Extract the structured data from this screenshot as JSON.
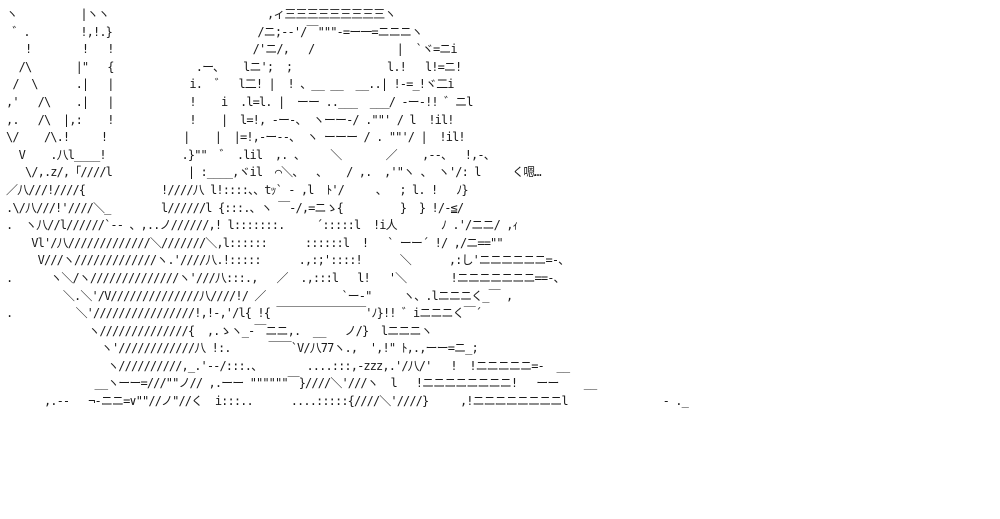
{
  "art": {
    "lines": [
      "ヽ          |ヽヽ                         ,ィ三三三三三三三三三ヽ",
      " ゛.        !,!.}                       /ニ;--'/￣\"\"\"-=ー一=ニニニヽ",
      "   !        !   !                      /'ニ/,   /             |  `ヾ=ニi",
      "  /\\       |\"   {             .ー、   lニ';  ;               l.!   l!=ニ!",
      " /  \\      .|   |            i.  ゛  l二! |  ! 、__ __  __..| !-=_!ヾ二i",
      ",'   /\\    .|   |            !    i  .l=l. |  ーー ..___  ___/ -ー-!! ゛ニl",
      ",.   /\\  |,:    !            !    |  l=!, -ー-、 ヽーー-/ .\"\"' / l  !il!",
      "\\/    /\\.!     !            |    |  |=!,-ー--、 ヽ ーーー / . \"\"'/ |  !il!",
      "  V    .八l____!            .}\"\"  ゛ .lil  ,. 、    ＼       ／    ,--、  !,-、",
      "   \\/,.z/,「////l            | :____,ヾil  ⌒＼、  、   / ,.  ,'\"ヽ 、 ヽ'/: l     く嗯…",
      "／八///!////{            !////八 l!::::、、tｯ` - ,l  ﾄ'/     、  ; l. !   ﾉ}",
      ".\\/八///!'////＼_        l//////l {:::.、ヽ ￣-/,=ニゝ{         }  } !/-≦/",
      ".  ヽ八//l//////`-- 、,..ノ//////,! l:::::::.     ´:::::l  !i人       ﾉ .'/ニニ/ ,ｨ",
      "    Vl'/八/////////////＼///////＼,l::::::      ::::::l  !   ` ーー´ !/ ,/ニ==\"\"",
      "     V///ヽ/////////////ヽ.'////八.!:::::      .,:;'::::!      ＼      ,:し'ニニニニニニ=-、",
      ".      ヽ＼/ヽ//////////////ヽ'///八:::.,   ／  .,:::l   l!   '＼       !ニニニニニニニ==-、",
      "         ＼.＼'/V//////////////八////!/ ／            `ー-\"     ヽ、.lニニニく_￣ ,",
      ".          ＼'////////////////!,!-,'/l{ !{ ￣￣￣￣￣￣￣￣'ﾉ}!! ゛iニニニく￣´",
      "             ヽ//////////////{  ,.ゝヽ_-￣ニニ,.  __   ノ/}  lニニニヽ",
      "               ヽ'////////////八 !:.      ￣￣`V/八77ヽ.,  ',!\" ﾄ,.,ーー=ニ_;",
      "                ヽ//////////,_.'--/:::.、       ....:::,-zzz,.'/八/'   !  !ニニニニニ=-  __",
      "              __ヽーー=///\"\"ノ// ,.ーー \"\"\"\"\"\"￣}////＼'///ヽ  l   !ニニニニニニニニ!   ーー    __",
      "      ,.--   ¬-ニニ=∨\"\"//ノ\"//く  i:::..      ....:::::{////＼'////}     ,!ニニニニニニニニl               - ._"
    ]
  }
}
